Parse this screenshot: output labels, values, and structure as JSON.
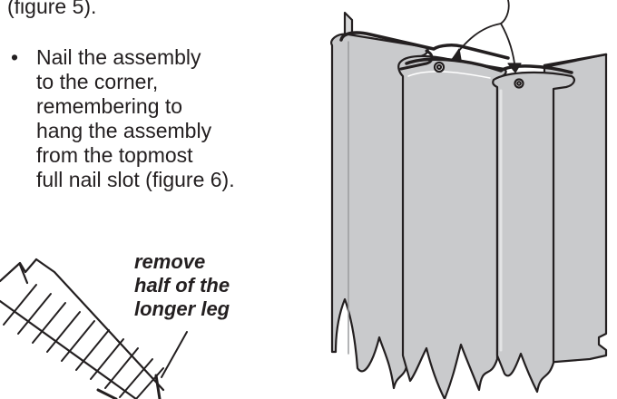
{
  "intro_text": "(figure 5).",
  "bullet": {
    "marker": "•",
    "lines": [
      "Nail the assembly",
      "to the corner,",
      "remembering to",
      "hang the assembly",
      "from the topmost",
      "full nail slot (figure 6)."
    ]
  },
  "callout": {
    "lines": [
      "remove",
      "half of the",
      "longer leg"
    ]
  },
  "colors": {
    "panel_fill": "#c9cacc",
    "panel_shade": "#b4b5b7",
    "panel_light": "#e3e4e5",
    "outline": "#231f20"
  }
}
